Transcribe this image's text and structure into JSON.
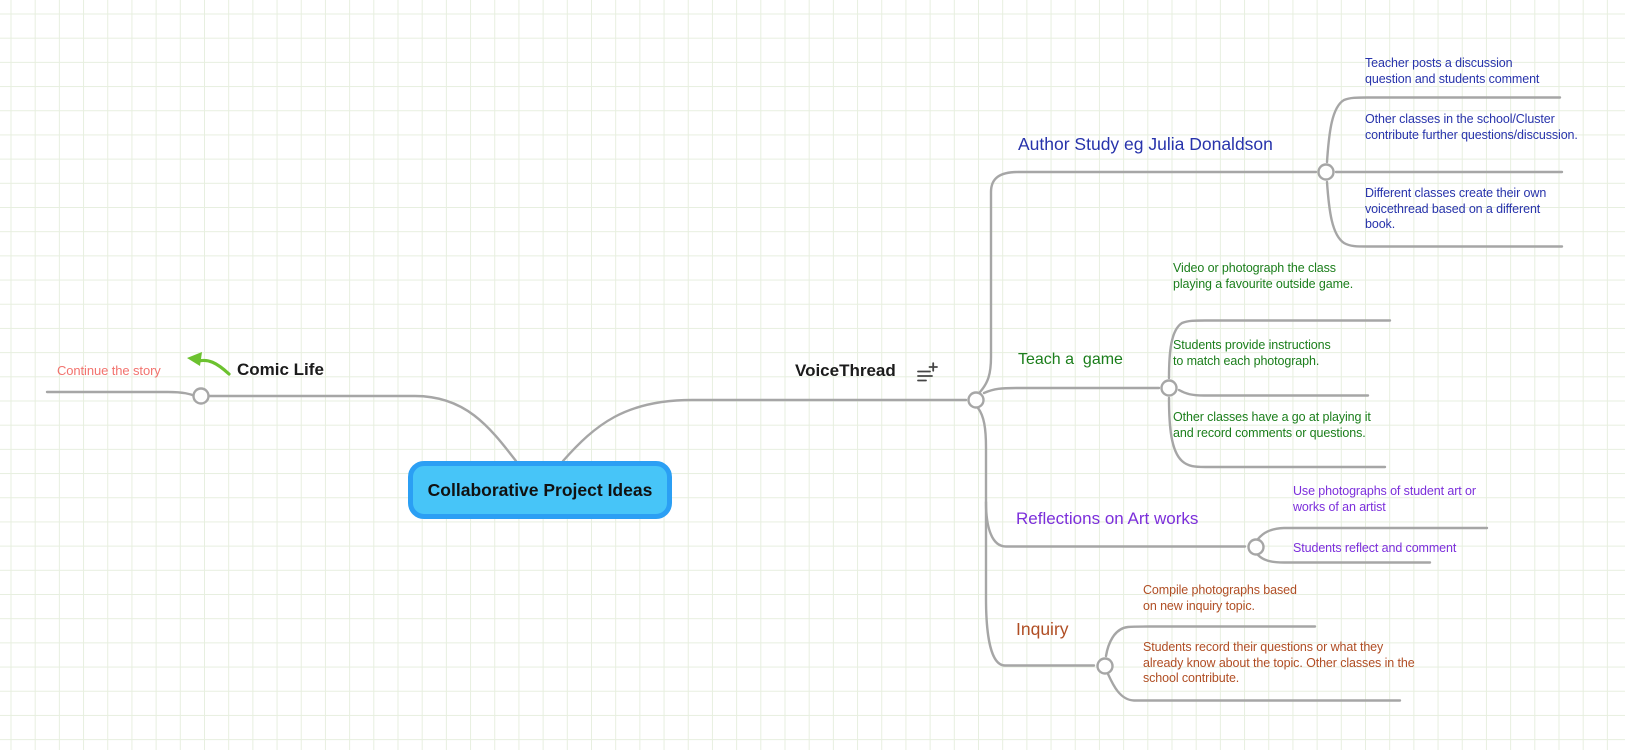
{
  "root": {
    "label": "Collaborative Project Ideas",
    "fill_color": "#47c5f8",
    "border_color": "#2b9ff4"
  },
  "comic_life": {
    "label": "Comic Life",
    "arrow_icon": "curved-arrow-left-icon",
    "arrow_color": "#6cc22f",
    "children": [
      {
        "label": "Continue the story",
        "color": "#f2736e"
      }
    ]
  },
  "voicethread": {
    "label": "VoiceThread",
    "note_icon": "playlist-add-notes-icon",
    "topics": [
      {
        "label": "Author Study eg Julia Donaldson",
        "color": "#2733ab",
        "notes": [
          "Teacher posts a discussion question and students comment",
          "Other classes in the school/Cluster contribute further questions/discussion.",
          "Different classes create their own voicethread based on a different book."
        ]
      },
      {
        "label": "Teach a  game",
        "color": "#1b7e1b",
        "notes": [
          "Video or photograph the class playing a favourite outside game.",
          "Students provide instructions to match each photograph.",
          "Other classes have a go at playing it and record comments or questions."
        ]
      },
      {
        "label": "Reflections on Art works",
        "color": "#7c2fdb",
        "notes": [
          "Use photographs of student art or works of an artist",
          "Students reflect and comment"
        ]
      },
      {
        "label": "Inquiry",
        "color": "#b04e24",
        "notes": [
          "Compile photographs based on new inquiry topic.",
          "Students record their questions or what they already know about the topic. Other classes in the school contribute."
        ]
      }
    ]
  },
  "canvas": {
    "grid_line_color": "#e7efdf",
    "connector_color": "#a6a6a6",
    "background_color": "#ffffff"
  }
}
